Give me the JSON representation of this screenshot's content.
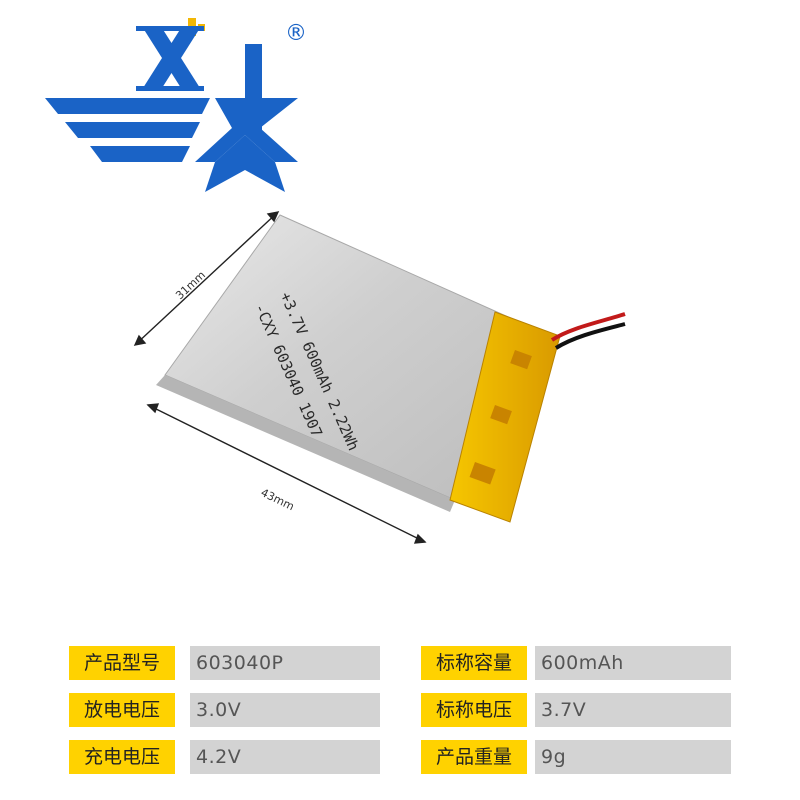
{
  "brand": {
    "logo_letter": "X",
    "registered_mark": "®",
    "logo_icon": "star-wing-logo"
  },
  "product": {
    "cell_print_lines": [
      "+3.7V 600mAh 2.22Wh",
      "-CXY 603040 1907"
    ],
    "dimensions": {
      "width_label": "31mm",
      "length_label": "43mm"
    }
  },
  "specs": [
    {
      "label": "产品型号",
      "value": "603040P"
    },
    {
      "label": "标称容量",
      "value": "600mAh"
    },
    {
      "label": "放电电压",
      "value": "3.0V"
    },
    {
      "label": "标称电压",
      "value": "3.7V"
    },
    {
      "label": "充电电压",
      "value": "4.2V"
    },
    {
      "label": "产品重量",
      "value": "9g"
    }
  ],
  "colors": {
    "label_bg": "#ffd200",
    "value_bg": "#d3d3d3",
    "logo_blue": "#1a63c6",
    "logo_yellow": "#f2b705",
    "tape_yellow": "#f3b800"
  }
}
